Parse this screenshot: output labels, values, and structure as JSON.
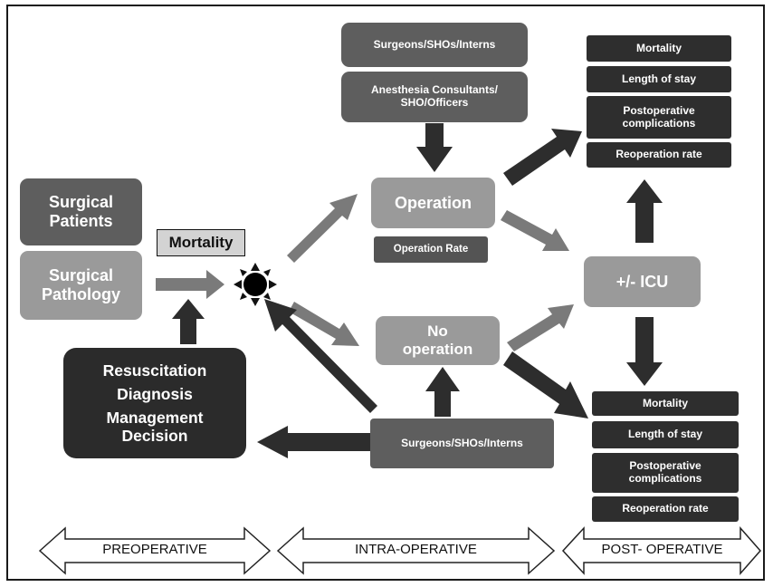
{
  "mortality_marker": "Mortality",
  "preop": {
    "patients": "Surgical Patients",
    "pathology": "Surgical Pathology",
    "decision_lines": [
      "Resuscitation",
      "Diagnosis",
      "Management Decision"
    ]
  },
  "intraop": {
    "staff_top": "Surgeons/SHOs/Interns",
    "anesthesia": "Anesthesia Consultants/ SHO/Officers",
    "operation": "Operation",
    "operation_rate": "Operation Rate",
    "no_operation": "No operation",
    "staff_bottom": "Surgeons/SHOs/Interns"
  },
  "postop": {
    "icu": "+/- ICU",
    "outcomes_top": [
      "Mortality",
      "Length of stay",
      "Postoperative complications",
      "Reoperation rate"
    ],
    "outcomes_bottom": [
      "Mortality",
      "Length of stay",
      "Postoperative complications",
      "Reoperation rate"
    ]
  },
  "phases": [
    "PREOPERATIVE",
    "INTRA-OPERATIVE",
    "POST- OPERATIVE"
  ]
}
